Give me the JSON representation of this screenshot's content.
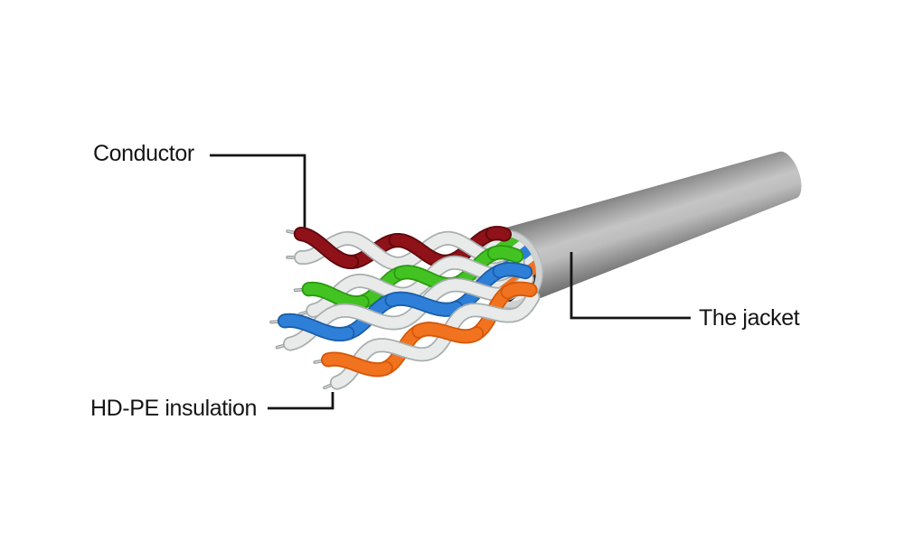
{
  "figure": {
    "description": "Cutaway diagram of a UTP network cable showing four twisted wire pairs emerging from the jacket",
    "labels": {
      "conductor": "Conductor",
      "insulation": "HD-PE insulation",
      "jacket": "The jacket"
    }
  },
  "colors": {
    "background": "#ffffff",
    "label_text": "#151515",
    "leader_line": "#141414",
    "jacket_edge_top": "#7c7c7c",
    "jacket_mid": "#979797",
    "jacket_light": "#c5c5c5",
    "jacket_light2": "#bdbdbd",
    "jacket_shadow": "#8f8f8f",
    "jacket_dark": "#6b6b6b",
    "face_ring": "#ced2d2",
    "face_ring_edge": "#b6baba",
    "face_interior": "#202020",
    "face_patch": "#3a3a3a",
    "wire_white": "#e9ebeb",
    "wire_white_shade": "#a8aeae",
    "pin": "#8f9696",
    "pin_highlight": "#d4d8d8",
    "pair_colors": {
      "maroon": "#8e1218",
      "green": "#43c322",
      "blue": "#2e7fd8",
      "orange": "#f2731f"
    },
    "pair_shades": {
      "maroon": "#5e080d",
      "green": "#2a9a10",
      "blue": "#1b5ea8",
      "orange": "#d55708"
    }
  },
  "pairs": [
    {
      "name": "maroon-pair",
      "color": "maroon"
    },
    {
      "name": "green-pair",
      "color": "green"
    },
    {
      "name": "blue-pair",
      "color": "blue"
    },
    {
      "name": "orange-pair",
      "color": "orange"
    }
  ]
}
